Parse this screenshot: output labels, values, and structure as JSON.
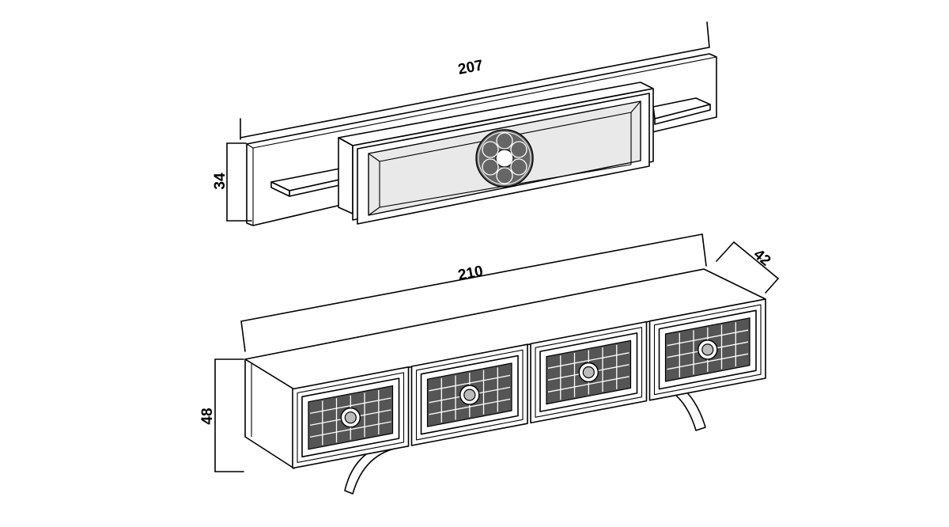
{
  "drawing": {
    "wall_shelf": {
      "width_label": "207",
      "height_label": "34"
    },
    "tv_stand": {
      "width_label": "210",
      "depth_label": "42",
      "height_label": "48",
      "drawer_count": 4
    }
  }
}
